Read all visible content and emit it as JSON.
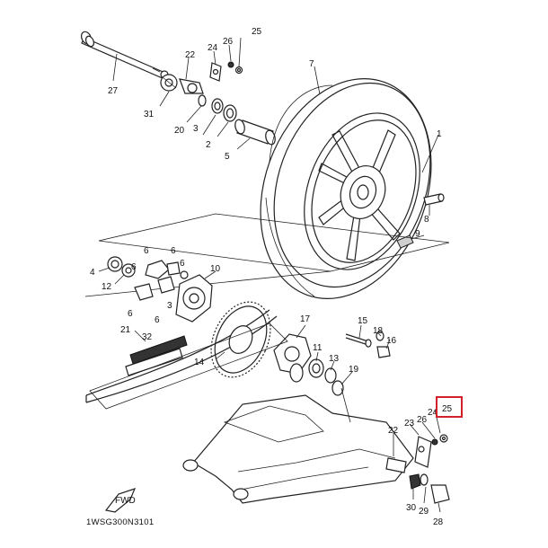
{
  "diagram_code": "1WSG300N3101",
  "fwd_label": "FWD",
  "highlight_color": "#d0202a",
  "highlighted_part": "25",
  "callouts": [
    {
      "id": "c27",
      "label": "27"
    },
    {
      "id": "c22a",
      "label": "22"
    },
    {
      "id": "c24a",
      "label": "24"
    },
    {
      "id": "c26a",
      "label": "26"
    },
    {
      "id": "c25a",
      "label": "25"
    },
    {
      "id": "c31",
      "label": "31"
    },
    {
      "id": "c20",
      "label": "20"
    },
    {
      "id": "c3a",
      "label": "3"
    },
    {
      "id": "c2",
      "label": "2"
    },
    {
      "id": "c5",
      "label": "5"
    },
    {
      "id": "c7",
      "label": "7"
    },
    {
      "id": "c1",
      "label": "1"
    },
    {
      "id": "c8",
      "label": "8"
    },
    {
      "id": "c9",
      "label": "9"
    },
    {
      "id": "c4",
      "label": "4"
    },
    {
      "id": "c12",
      "label": "12"
    },
    {
      "id": "c6a",
      "label": "6"
    },
    {
      "id": "c6b",
      "label": "6"
    },
    {
      "id": "c6c",
      "label": "6"
    },
    {
      "id": "c6d",
      "label": "6"
    },
    {
      "id": "c6e",
      "label": "6"
    },
    {
      "id": "c6f",
      "label": "6"
    },
    {
      "id": "c3b",
      "label": "3"
    },
    {
      "id": "c10",
      "label": "10"
    },
    {
      "id": "c21",
      "label": "21"
    },
    {
      "id": "c32",
      "label": "32"
    },
    {
      "id": "c14",
      "label": "14"
    },
    {
      "id": "c17",
      "label": "17"
    },
    {
      "id": "c15",
      "label": "15"
    },
    {
      "id": "c18",
      "label": "18"
    },
    {
      "id": "c16",
      "label": "16"
    },
    {
      "id": "c11",
      "label": "11"
    },
    {
      "id": "c13",
      "label": "13"
    },
    {
      "id": "c19",
      "label": "19"
    },
    {
      "id": "c25b",
      "label": "25"
    },
    {
      "id": "c26b",
      "label": "26"
    },
    {
      "id": "c24b",
      "label": "24"
    },
    {
      "id": "c23",
      "label": "23"
    },
    {
      "id": "c22b",
      "label": "22"
    },
    {
      "id": "c29",
      "label": "29"
    },
    {
      "id": "c30",
      "label": "30"
    },
    {
      "id": "c28",
      "label": "28"
    }
  ]
}
